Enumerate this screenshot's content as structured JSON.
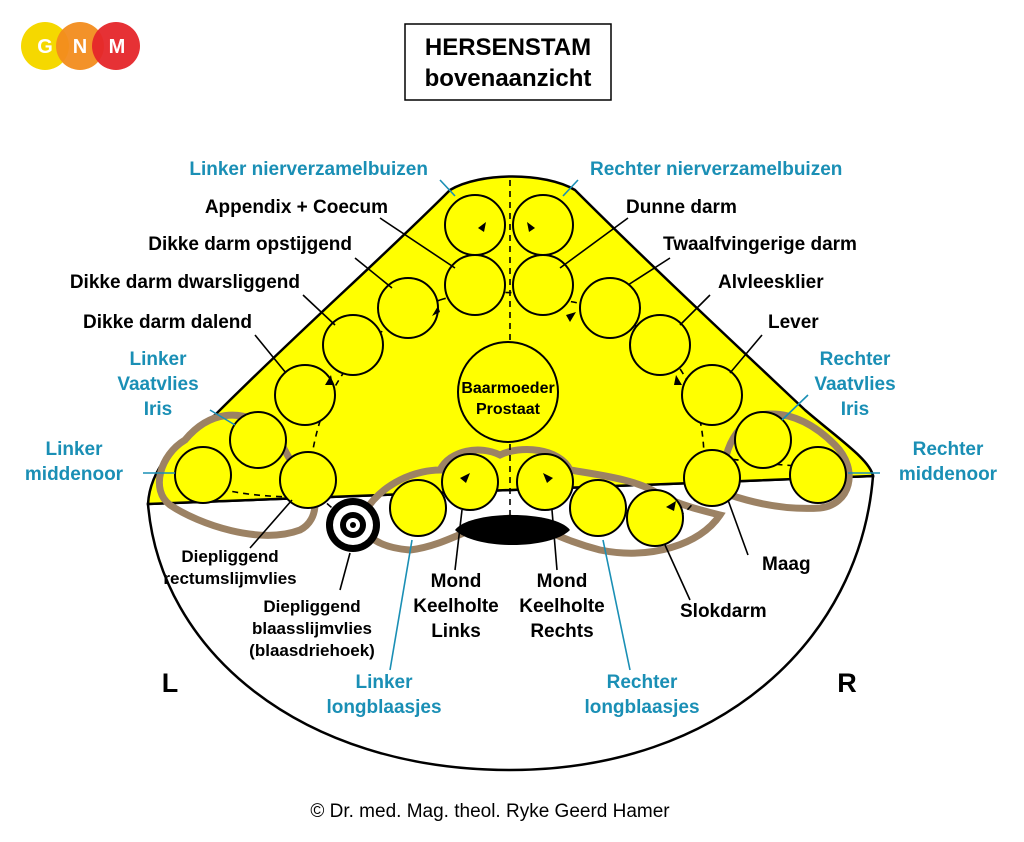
{
  "logo": {
    "letters": [
      "G",
      "N",
      "M"
    ],
    "colors": [
      "#f5d800",
      "#f28c1e",
      "#e5262a"
    ]
  },
  "title": {
    "line1": "HERSENSTAM",
    "line2": "bovenaanzicht"
  },
  "center": {
    "line1": "Baarmoeder",
    "line2": "Prostaat"
  },
  "labels": {
    "linker_nierverzamelbuizen": "Linker nierverzamelbuizen",
    "rechter_nierverzamelbuizen": "Rechter nierverzamelbuizen",
    "appendix_coecum": "Appendix + Coecum",
    "dunne_darm": "Dunne darm",
    "dikke_darm_opstijgend": "Dikke darm opstijgend",
    "twaalfvingerige_darm": "Twaalfvingerige darm",
    "dikke_darm_dwarsliggend": "Dikke darm dwarsliggend",
    "alvleesklier": "Alvleesklier",
    "dikke_darm_dalend": "Dikke darm dalend",
    "lever": "Lever",
    "linker_vaatvlies": [
      "Linker",
      "Vaatvlies",
      "Iris"
    ],
    "rechter_vaatvlies": [
      "Rechter",
      "Vaatvlies",
      "Iris"
    ],
    "linker_middenoor": [
      "Linker",
      "middenoor"
    ],
    "rechter_middenoor": [
      "Rechter",
      "middenoor"
    ],
    "diepliggend_rectum": [
      "Diepliggend",
      "rectumslijmvlies"
    ],
    "diepliggend_blaas": [
      "Diepliggend",
      "blaasslijmvlies",
      "(blaasdriehoek)"
    ],
    "mond_links": [
      "Mond",
      "Keelholte",
      "Links"
    ],
    "mond_rechts": [
      "Mond",
      "Keelholte",
      "Rechts"
    ],
    "maag": "Maag",
    "slokdarm": "Slokdarm",
    "linker_longblaasjes": [
      "Linker",
      "longblaasjes"
    ],
    "rechter_longblaasjes": [
      "Rechter",
      "longblaasjes"
    ],
    "side_left": "L",
    "side_right": "R"
  },
  "copyright": "© Dr. med. Mag. theol. Ryke Geerd Hamer",
  "colors": {
    "yellow": "#ffff00",
    "brown": "#9c8264",
    "blue": "#1a8fb5",
    "black": "#000000"
  }
}
